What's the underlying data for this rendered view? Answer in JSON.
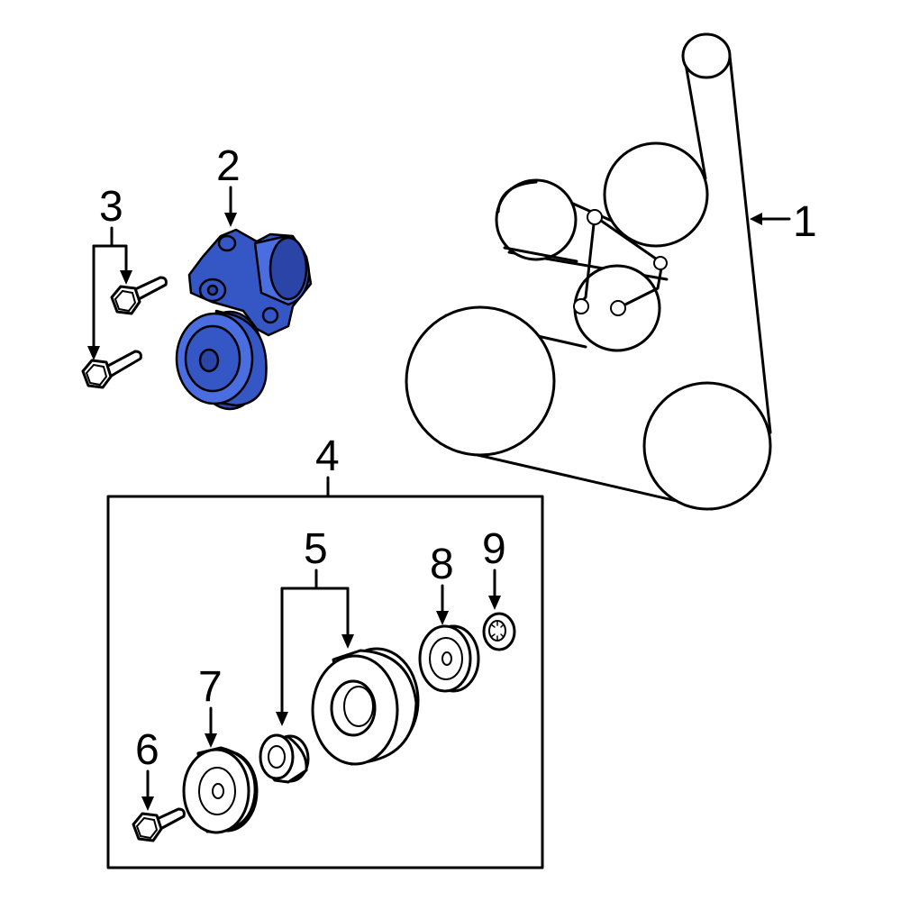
{
  "callouts": {
    "c1": "1",
    "c2": "2",
    "c3": "3",
    "c4": "4",
    "c5": "5",
    "c6": "6",
    "c7": "7",
    "c8": "8",
    "c9": "9"
  },
  "colors": {
    "highlight": "#3557c6",
    "line": "#000000",
    "background": "#ffffff"
  }
}
